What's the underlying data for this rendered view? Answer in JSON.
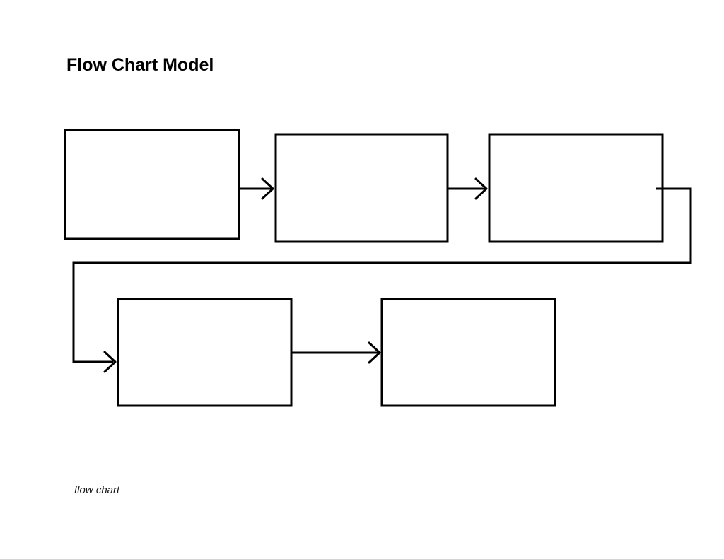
{
  "title": "Flow Chart Model",
  "caption": "flow chart",
  "colors": {
    "background": "#ffffff",
    "line": "#000000",
    "title_text": "#000000",
    "caption_text": "#1a1a1a"
  },
  "diagram": {
    "type": "flowchart-template",
    "nodes": [
      {
        "id": "box-1",
        "label": "",
        "row": 1
      },
      {
        "id": "box-2",
        "label": "",
        "row": 1
      },
      {
        "id": "box-3",
        "label": "",
        "row": 1
      },
      {
        "id": "box-4",
        "label": "",
        "row": 2
      },
      {
        "id": "box-5",
        "label": "",
        "row": 2
      }
    ],
    "edges": [
      {
        "from": "box-1",
        "to": "box-2",
        "style": "straight-arrow"
      },
      {
        "from": "box-2",
        "to": "box-3",
        "style": "straight-arrow"
      },
      {
        "from": "box-3",
        "to": "box-4",
        "style": "elbow-arrow-right-down-left-down-right"
      },
      {
        "from": "box-4",
        "to": "box-5",
        "style": "straight-arrow"
      }
    ]
  }
}
